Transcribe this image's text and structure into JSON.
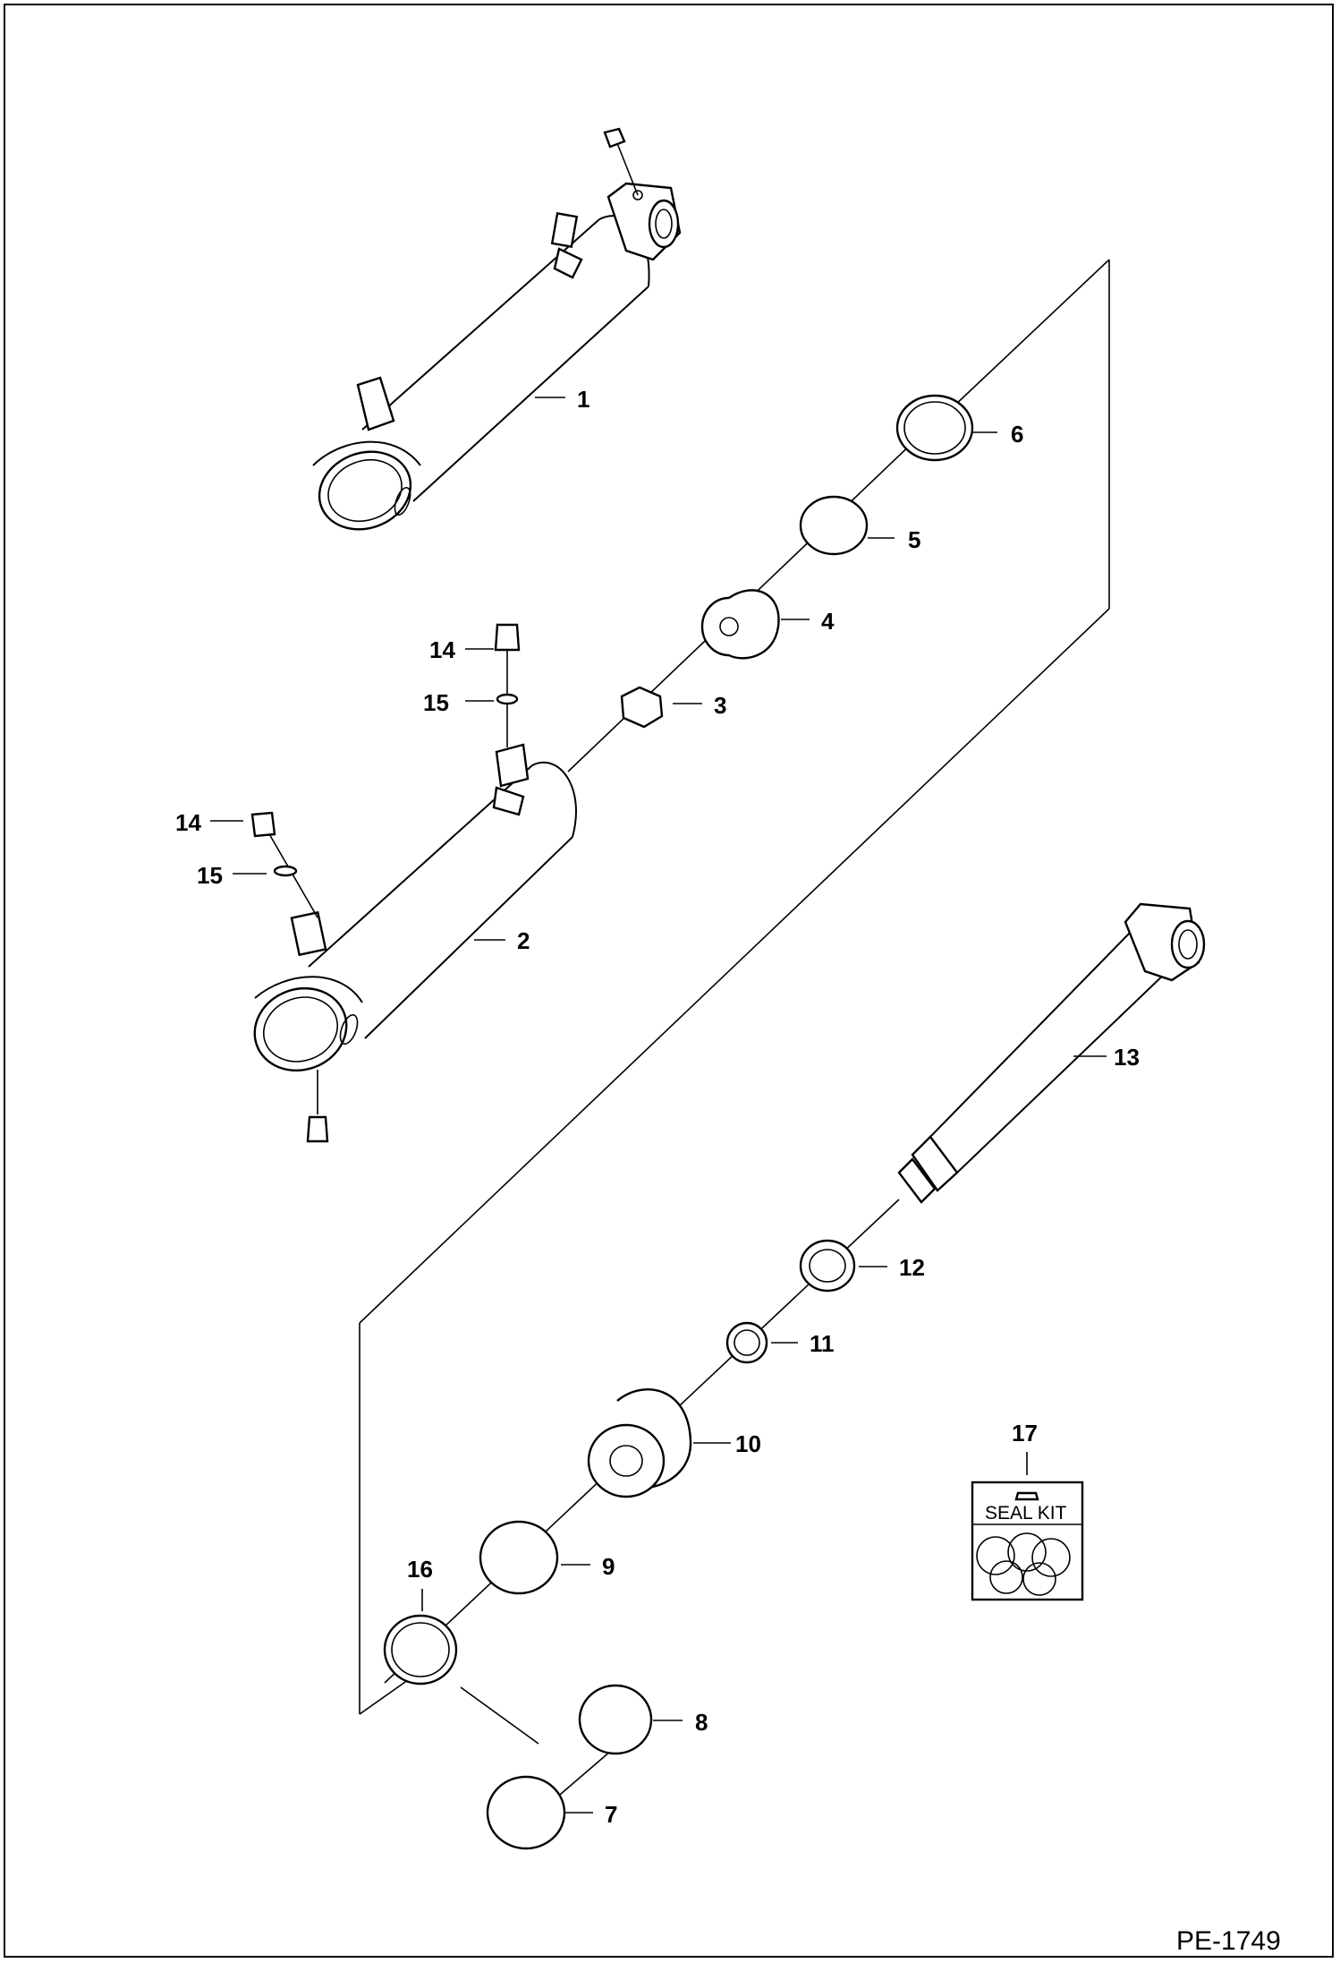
{
  "diagram": {
    "drawing_code": "PE-1749",
    "seal_kit_label": "SEAL KIT",
    "callouts": [
      "1",
      "2",
      "3",
      "4",
      "5",
      "6",
      "7",
      "8",
      "9",
      "10",
      "11",
      "12",
      "13",
      "14",
      "15",
      "14",
      "15",
      "16",
      "17"
    ]
  }
}
